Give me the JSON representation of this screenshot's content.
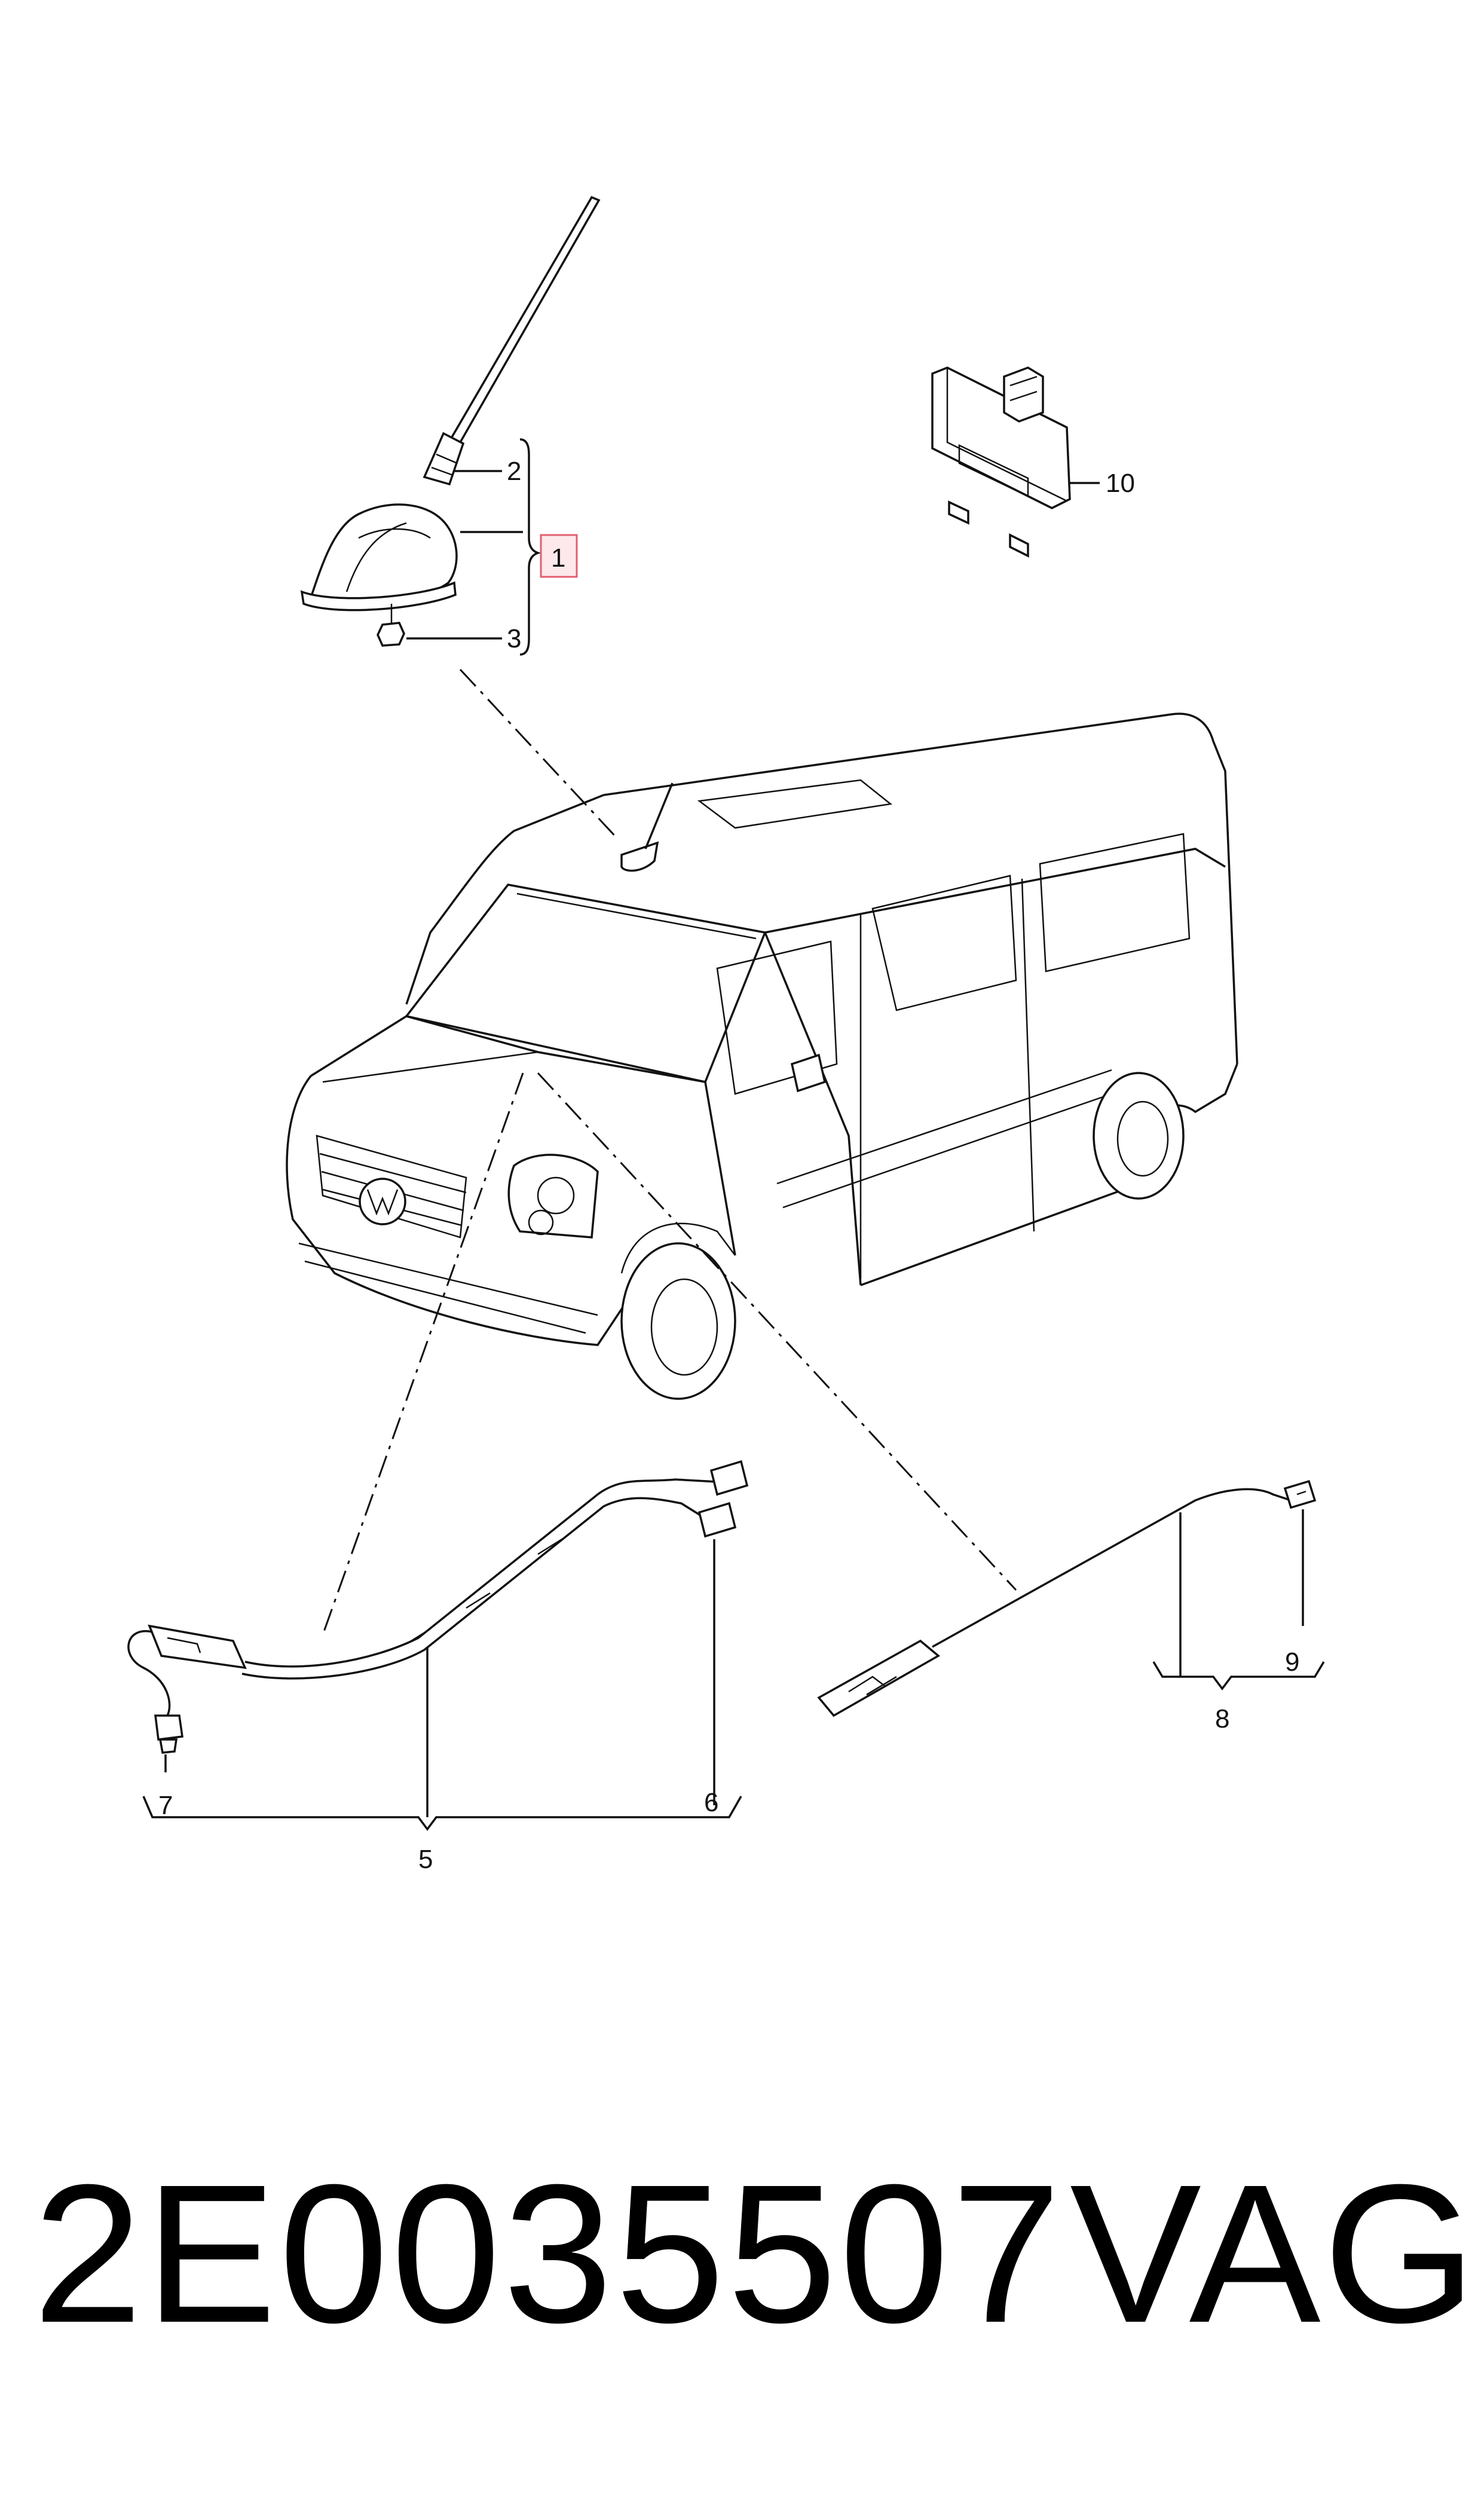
{
  "diagram": {
    "callouts": {
      "c1": "1",
      "c2": "2",
      "c3": "3",
      "c5": "5",
      "c6": "6",
      "c7": "7",
      "c8": "8",
      "c9": "9",
      "c10": "10"
    },
    "highlight_color": "#e06070"
  },
  "footer": {
    "part_number": "2E0035507",
    "brand": "VAG"
  }
}
